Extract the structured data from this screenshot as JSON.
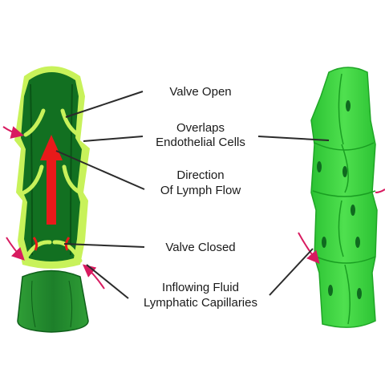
{
  "labels": {
    "valve_open": "Valve Open",
    "overlaps_line1": "Overlaps",
    "overlaps_line2": "Endothelial Cells",
    "direction_line1": "Direction",
    "direction_line2": "Of Lymph Flow",
    "valve_closed": "Valve Closed",
    "inflowing_line1": "Inflowing Fluid",
    "inflowing_line2": "Lymphatic Capillaries"
  },
  "colors": {
    "vessel_dark": "#1f8a2e",
    "vessel_inner": "#0f6a1f",
    "valve_edge": "#c8f25a",
    "capillary": "#3ad13e",
    "flow_arrow": "#e81a1a",
    "inflow_arrow": "#d81b60",
    "leader_line": "#2b2b2b"
  }
}
